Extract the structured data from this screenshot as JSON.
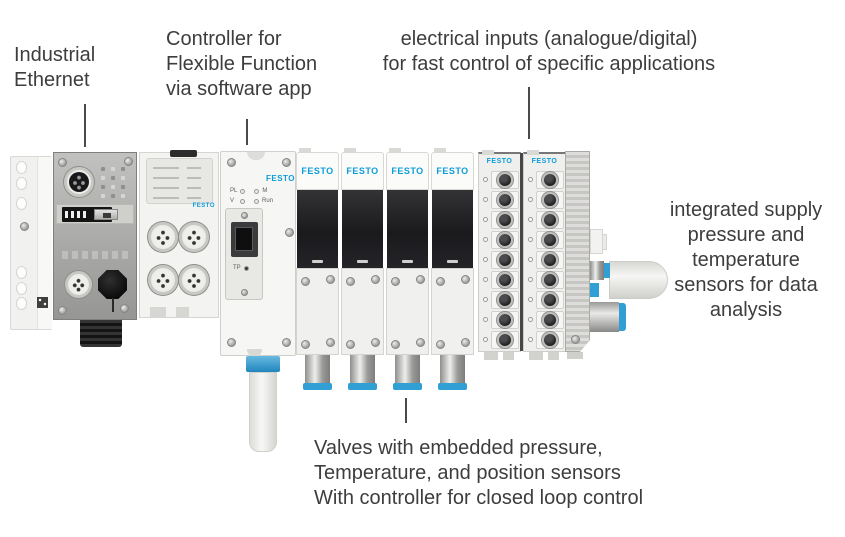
{
  "brand": {
    "name": "FESTO"
  },
  "annotations": {
    "industrial_ethernet": {
      "text": "Industrial\nEthernet"
    },
    "controller": {
      "text": "Controller for\nFlexible Function\nvia software app"
    },
    "electrical_inputs": {
      "text": "electrical inputs (analogue/digital)\nfor fast control of specific applications"
    },
    "integrated_sensors": {
      "text": "integrated supply\npressure and\ntemperature\nsensors for data\nanalysis"
    },
    "valves": {
      "text": "Valves with embedded pressure,\nTemperature, and position sensors\nWith controller for closed loop control"
    }
  },
  "controller": {
    "led_rows": [
      {
        "left": "PL",
        "right": "M"
      },
      {
        "left": "V",
        "right": "Run"
      }
    ],
    "tp_label": "TP"
  },
  "counts": {
    "valve_modules": 4,
    "input_modules": 2,
    "sockets_per_input_module": 9,
    "io_sockets": 4,
    "ethernet_led_rows": 4,
    "ethernet_led_cols": 3
  },
  "colors": {
    "background": "#ffffff",
    "annotation_text": "#3d3d3d",
    "leader_line": "#4a4a4a",
    "festo_blue": "#0c9ddb",
    "fitting_blue": "#2f9fd4",
    "valve_display_dark": "#1e1e21",
    "metal_grey": "#a7a7a5"
  }
}
